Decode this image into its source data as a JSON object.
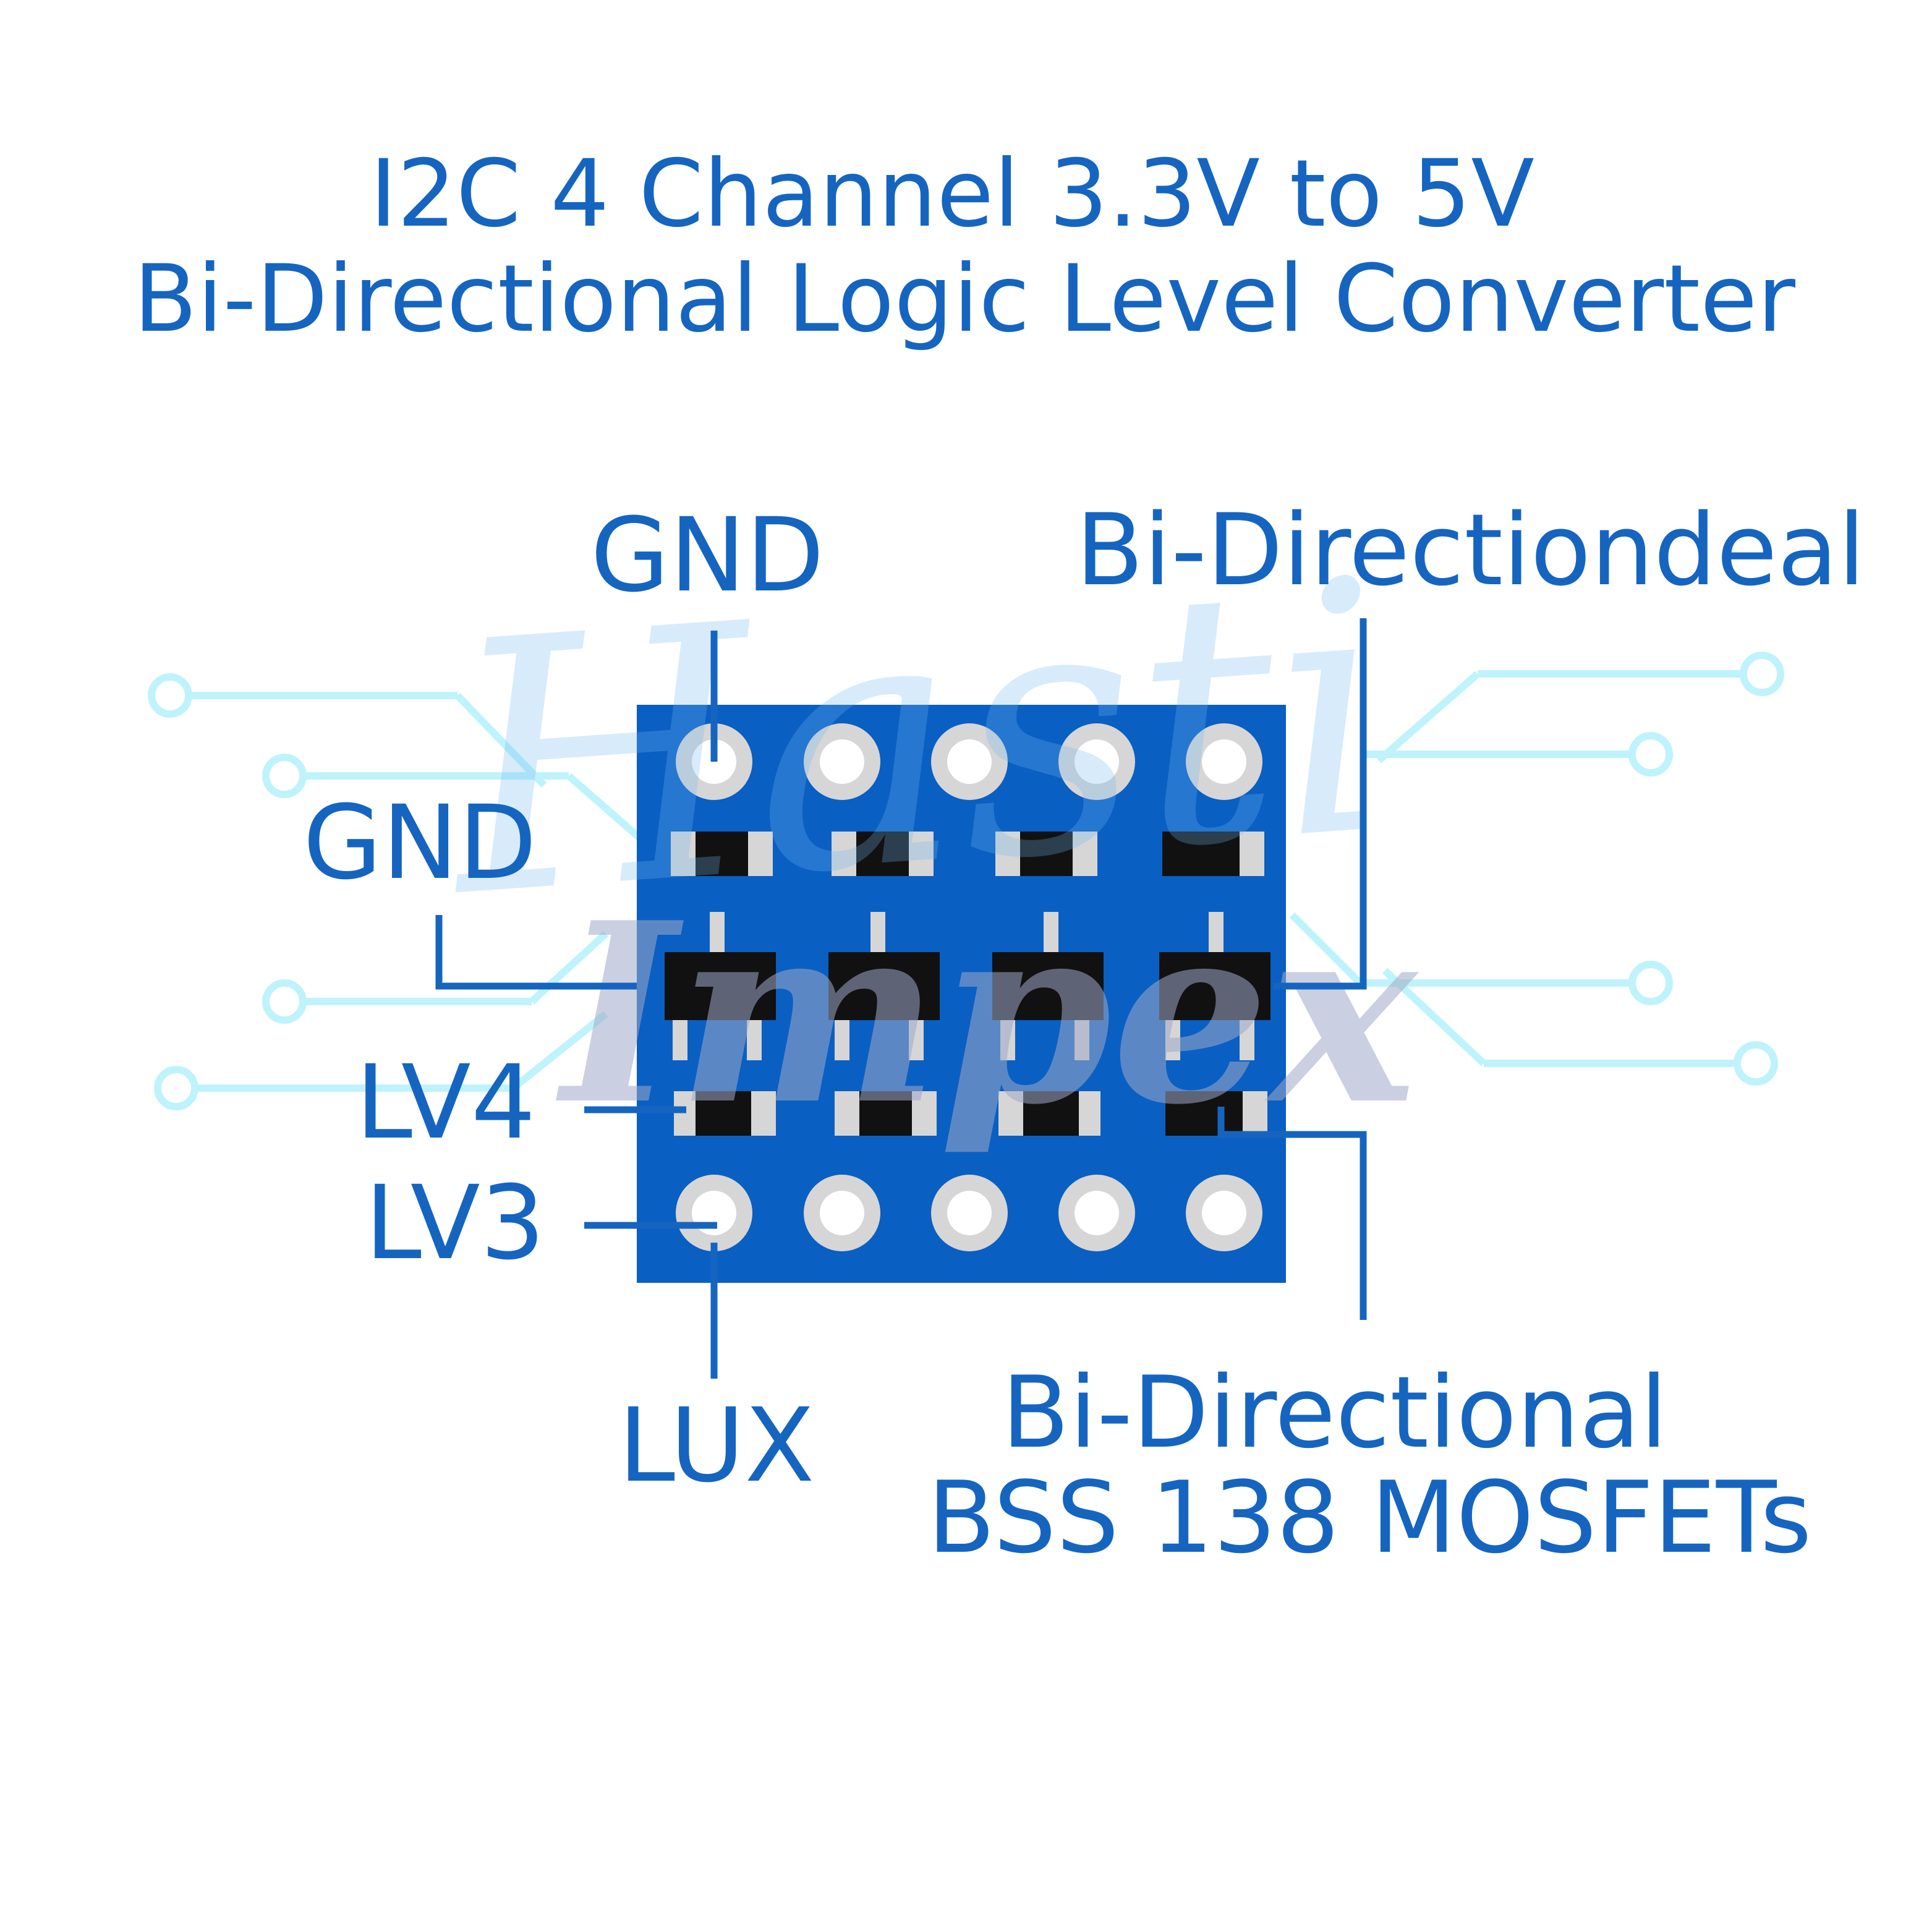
{
  "title": {
    "line1": "I2C 4 Channel 3.3V to 5V",
    "line2": "Bi-Directional Logic Level Converter"
  },
  "labels": {
    "gnd_top": "GND",
    "bidir_top": "Bi-Directiondeal",
    "gnd_left": "GND",
    "lv4": "LV4",
    "lv3": "LV3",
    "lux": "LUX",
    "bidir_bottom_line1": "Bi-Directional",
    "bidir_bottom_line2": "BSS 138 MOSFETs"
  },
  "watermark": {
    "line1": "Hasti",
    "line2": "Impex"
  },
  "colors": {
    "board": "#0a5fc2",
    "label": "#1565c0",
    "trace": "#bff3fb",
    "pad": "#d6d6d6",
    "chip": "#111111"
  }
}
